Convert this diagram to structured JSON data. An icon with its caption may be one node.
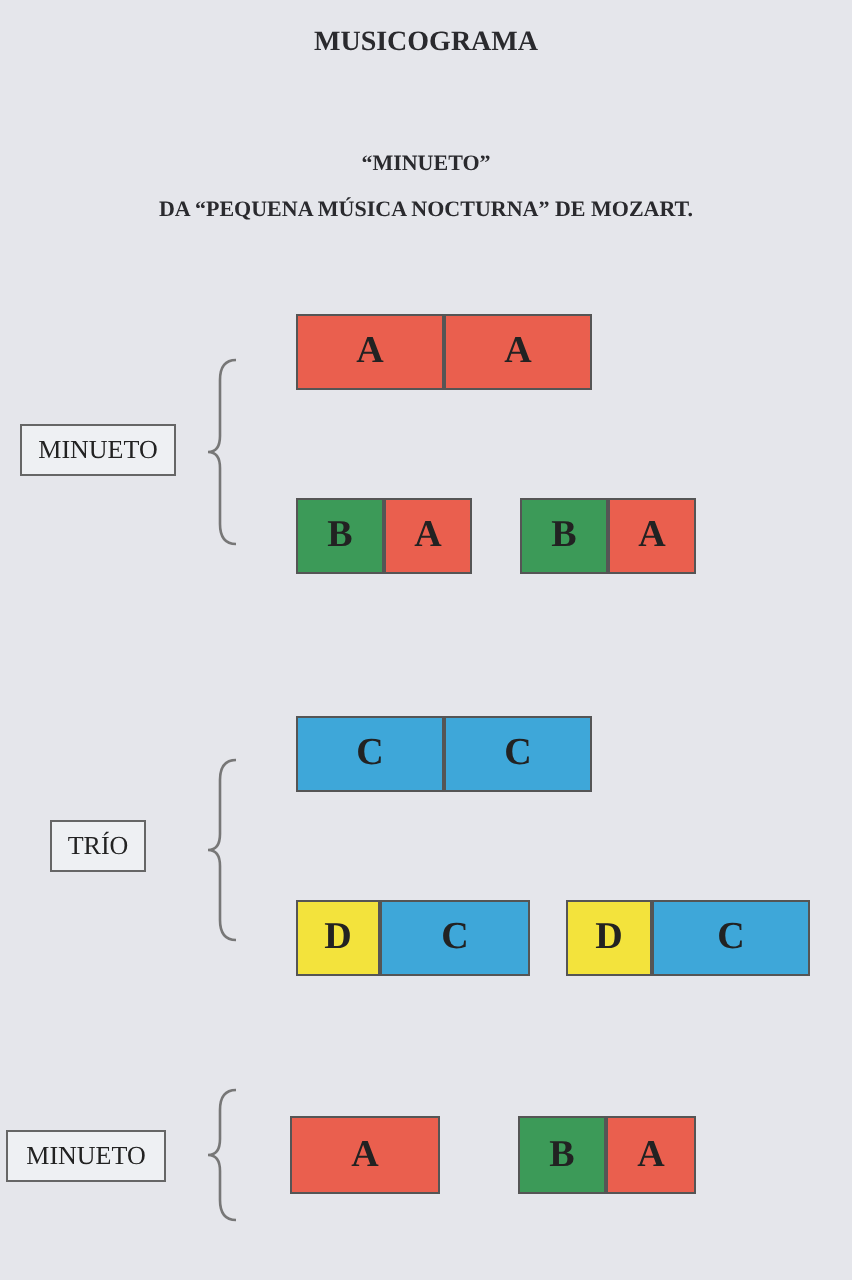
{
  "diagram": {
    "title": "MUSICOGRAMA",
    "nodes": [
      {
        "text": [
          "MINUETO"
        ]
      },
      {
        "text": [
          "A"
        ]
      },
      {
        "text": [
          "A"
        ]
      },
      {
        "text": [
          "B"
        ]
      },
      {
        "text": [
          "A"
        ]
      },
      {
        "text": [
          "B"
        ]
      },
      {
        "text": [
          "A"
        ]
      },
      {
        "text": [
          "TRÍO"
        ]
      },
      {
        "text": [
          "C"
        ]
      },
      {
        "text": [
          "C"
        ]
      },
      {
        "text": [
          "D"
        ]
      },
      {
        "text": [
          "C"
        ]
      },
      {
        "text": [
          "D"
        ]
      },
      {
        "text": [
          "C"
        ]
      },
      {
        "text": [
          "MINUETO"
        ]
      },
      {
        "text": [
          "A"
        ]
      },
      {
        "text": [
          "B"
        ]
      },
      {
        "text": [
          "A"
        ]
      }
    ],
    "edges": [],
    "labels": [
      "“MINUETO”",
      "DA “PEQUENA MÚSICA NOCTURNA” DE  MOZART."
    ]
  }
}
